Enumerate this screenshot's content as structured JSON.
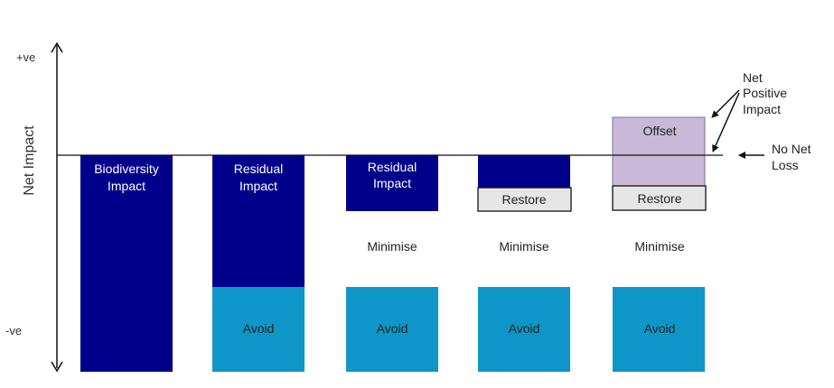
{
  "axis": {
    "y_label": "Net Impact",
    "top_label": "+ve",
    "bottom_label": "-ve"
  },
  "columns": [
    {
      "impact_label_line1": "Biodiversity",
      "impact_label_line2": "Impact"
    },
    {
      "impact_label_line1": "Residual",
      "impact_label_line2": "Impact",
      "avoid_label": "Avoid"
    },
    {
      "impact_label_line1": "Residual",
      "impact_label_line2": "Impact",
      "minimise_label": "Minimise",
      "avoid_label": "Avoid"
    },
    {
      "restore_label": "Restore",
      "minimise_label": "Minimise",
      "avoid_label": "Avoid"
    },
    {
      "offset_label": "Offset",
      "restore_label": "Restore",
      "minimise_label": "Minimise",
      "avoid_label": "Avoid"
    }
  ],
  "annotations": {
    "net_positive_line1": "Net",
    "net_positive_line2": "Positive",
    "net_positive_line3": "Impact",
    "no_net_loss_line1": "No Net",
    "no_net_loss_line2": "Loss"
  },
  "colors": {
    "impact": "#00008b",
    "avoid": "#0f96c8",
    "restore_fill": "#e6e6e6",
    "offset_fill": "#c8b9d8",
    "text_light": "#ffffff",
    "text_dark": "#333333",
    "axis": "#111111"
  }
}
